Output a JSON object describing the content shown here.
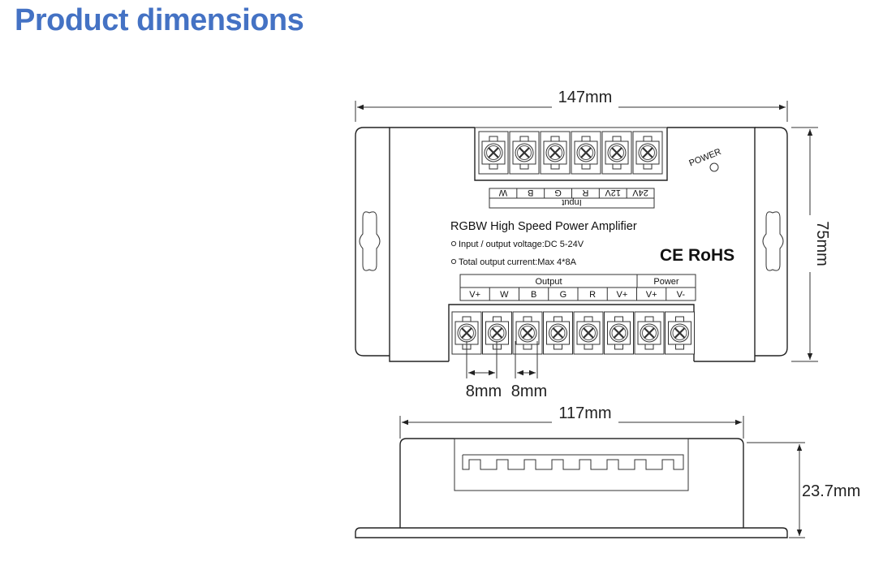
{
  "header": {
    "title": "Product dimensions"
  },
  "top_view": {
    "width_dim": "147mm",
    "height_dim": "75mm",
    "power_label": "POWER",
    "input_pins": [
      "W",
      "B",
      "G",
      "R",
      "12V",
      "24V"
    ],
    "input_label": "Input",
    "product_name": "RGBW High Speed Power Amplifier",
    "spec_voltage": "Input / output voltage:DC 5-24V",
    "spec_current": "Total output current:Max 4*8A",
    "cert": "CE RoHS",
    "output_label": "Output",
    "power_group_label": "Power",
    "output_pins": [
      "V+",
      "W",
      "B",
      "G",
      "R",
      "V+",
      "V+",
      "V-"
    ],
    "pitch_dim_1": "8mm",
    "pitch_dim_2": "8mm"
  },
  "side_view": {
    "width_dim": "117mm",
    "height_dim": "23.7mm"
  }
}
